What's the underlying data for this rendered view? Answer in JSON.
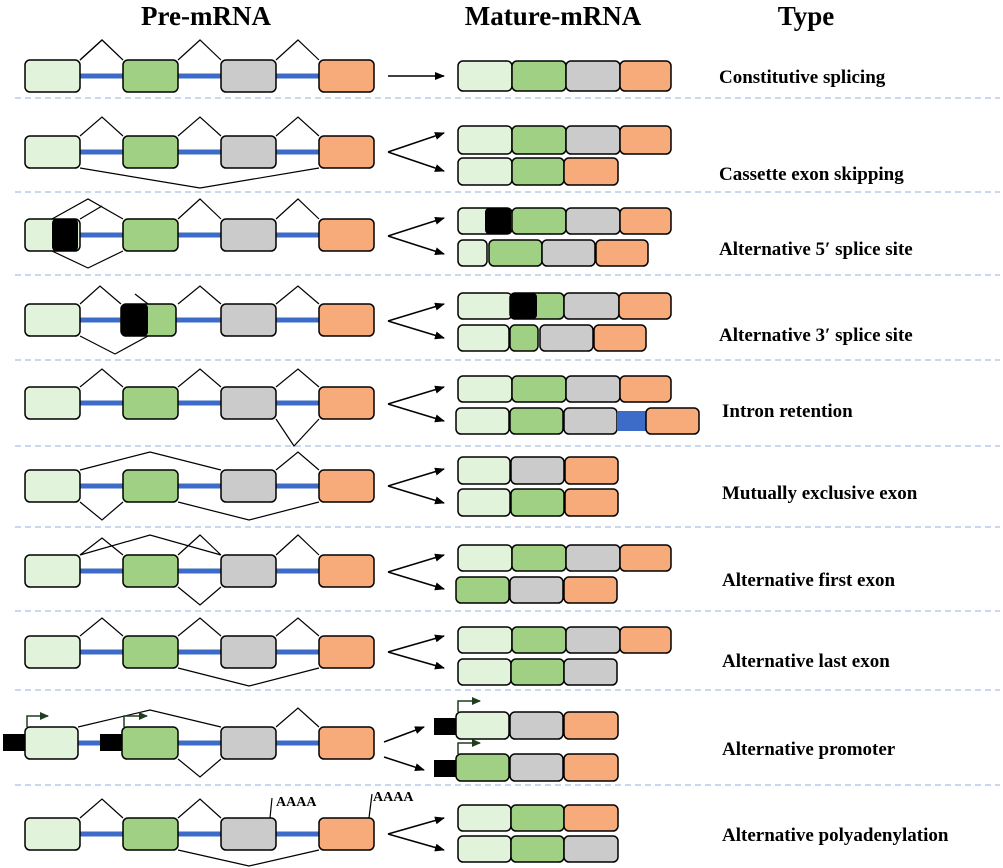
{
  "headers": {
    "pre": "Pre-mRNA",
    "mature": "Mature-mRNA",
    "type": "Type"
  },
  "rows": [
    {
      "type": "Constitutive splicing"
    },
    {
      "type": "Cassette exon skipping"
    },
    {
      "type": "Alternative 5′ splice site"
    },
    {
      "type": "Alternative 3′ splice site"
    },
    {
      "type": "Intron retention"
    },
    {
      "type": "Mutually exclusive exon"
    },
    {
      "type": "Alternative first exon"
    },
    {
      "type": "Alternative last exon"
    },
    {
      "type": "Alternative promoter"
    },
    {
      "type": "Alternative polyadenylation"
    }
  ],
  "polya_label": "AAAA",
  "colors": {
    "exon1": "#e2f3dc",
    "exon2": "#9fd083",
    "exon3": "#cbcbcb",
    "exon4": "#f7aa7a",
    "intron": "#3c6cc8",
    "splice_site": "#000000",
    "separator": "#a9c1e4",
    "promoter_arrow": "#1f3d1f"
  }
}
